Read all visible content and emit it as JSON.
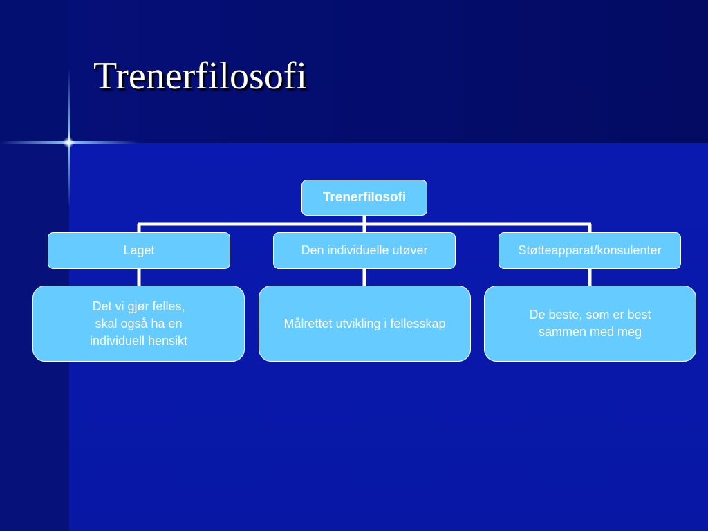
{
  "slide": {
    "title": "Trenerfilosofi"
  },
  "org_chart": {
    "root": "Trenerfilosofi",
    "branches": [
      {
        "label": "Laget",
        "detail": "Det vi gjør felles,\nskal også ha en\nindividuell hensikt"
      },
      {
        "label": "Den individuelle utøver",
        "detail": "Målrettet utvikling i fellesskap"
      },
      {
        "label": "Støtteapparat/konsulenter",
        "detail": "De beste, som er best\nsammen med meg"
      }
    ]
  },
  "colors": {
    "background": "#0a18a8",
    "box_fill": "#66ccff",
    "connector": "#ffffff"
  }
}
